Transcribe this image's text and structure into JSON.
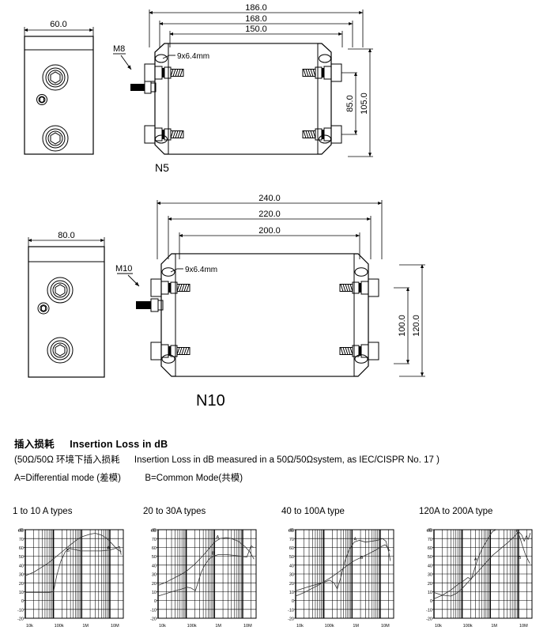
{
  "document": {
    "kind": "emi-filter-datasheet-dimensions-and-insertion-loss"
  },
  "drawings": [
    {
      "id": "n5",
      "label": "N5",
      "side_view": {
        "width_dim": "60.0"
      },
      "top_view": {
        "dims_horizontal": [
          "186.0",
          "168.0",
          "150.0"
        ],
        "dims_vertical": [
          "85.0",
          "105.0"
        ],
        "stud_callout": "M8",
        "hole_callout": "9x6.4mm"
      }
    },
    {
      "id": "n10",
      "label": "N10",
      "side_view": {
        "width_dim": "80.0"
      },
      "top_view": {
        "dims_horizontal": [
          "240.0",
          "220.0",
          "200.0"
        ],
        "dims_vertical": [
          "100.0",
          "120.0"
        ],
        "stud_callout": "M10",
        "hole_callout": "9x6.4mm"
      }
    }
  ],
  "insertion_loss": {
    "heading_cn": "插入损耗",
    "heading_en": "Insertion Loss in dB",
    "note_cn": "(50Ω/50Ω 环境下插入损耗",
    "note_en": "Insertion Loss in dB measured in a 50Ω/50Ωsystem, as IEC/CISPR No. 17 )",
    "modes_a": "A=Differential mode (差模)",
    "modes_b": "B=Common Mode(共模)"
  },
  "chart_data": [
    {
      "type": "line",
      "title": "1 to 10 A types",
      "xlabel": "",
      "ylabel": "dB",
      "x_scale": "log",
      "xlim": [
        10000,
        30000000
      ],
      "ylim": [
        -20,
        80
      ],
      "xticks": [
        "10k",
        "100k",
        "1M",
        "10M"
      ],
      "xtick_values": [
        10000,
        100000,
        1000000,
        10000000
      ],
      "yticks": [
        "dB",
        "70",
        "60",
        "50",
        "40",
        "30",
        "20",
        "10",
        "0",
        "-10",
        "-20"
      ],
      "ytick_values": [
        80,
        70,
        60,
        50,
        40,
        30,
        20,
        10,
        0,
        -10,
        -20
      ],
      "grid": true,
      "legend": "inline-labels",
      "series": [
        {
          "name": "A",
          "label": "A",
          "label_at": [
            9000000,
            58
          ],
          "points": [
            [
              10000,
              28
            ],
            [
              20000,
              32
            ],
            [
              40000,
              38
            ],
            [
              70000,
              43
            ],
            [
              100000,
              47
            ],
            [
              200000,
              55
            ],
            [
              400000,
              63
            ],
            [
              700000,
              69
            ],
            [
              1000000,
              72
            ],
            [
              2000000,
              75
            ],
            [
              3000000,
              76
            ],
            [
              5000000,
              74
            ],
            [
              8000000,
              70
            ],
            [
              12000000,
              64
            ],
            [
              18000000,
              58
            ],
            [
              25000000,
              55
            ]
          ]
        },
        {
          "name": "B",
          "label": "B",
          "label_at": [
            330000,
            55
          ],
          "points": [
            [
              10000,
              9
            ],
            [
              30000,
              9
            ],
            [
              70000,
              9
            ],
            [
              100000,
              10
            ],
            [
              130000,
              28
            ],
            [
              180000,
              44
            ],
            [
              260000,
              55
            ],
            [
              350000,
              59
            ],
            [
              500000,
              58
            ],
            [
              900000,
              56
            ],
            [
              2000000,
              56
            ],
            [
              5000000,
              56
            ],
            [
              10000000,
              57
            ],
            [
              16000000,
              59
            ],
            [
              22000000,
              61
            ],
            [
              25000000,
              52
            ]
          ]
        }
      ]
    },
    {
      "type": "line",
      "title": "20 to 30A types",
      "xlabel": "",
      "ylabel": "dB",
      "x_scale": "log",
      "xlim": [
        10000,
        30000000
      ],
      "ylim": [
        -20,
        80
      ],
      "xticks": [
        "10k",
        "100k",
        "1M",
        "10M"
      ],
      "xtick_values": [
        10000,
        100000,
        1000000,
        10000000
      ],
      "yticks": [
        "dB",
        "70",
        "60",
        "50",
        "40",
        "30",
        "20",
        "10",
        "0",
        "-10",
        "-20"
      ],
      "ytick_values": [
        80,
        70,
        60,
        50,
        40,
        30,
        20,
        10,
        0,
        -10,
        -20
      ],
      "grid": true,
      "legend": "inline-labels",
      "series": [
        {
          "name": "A",
          "label": "A",
          "label_at": [
            1300000,
            70
          ],
          "points": [
            [
              10000,
              17
            ],
            [
              20000,
              21
            ],
            [
              40000,
              26
            ],
            [
              70000,
              30
            ],
            [
              100000,
              33
            ],
            [
              200000,
              41
            ],
            [
              400000,
              51
            ],
            [
              700000,
              60
            ],
            [
              1000000,
              66
            ],
            [
              1600000,
              70
            ],
            [
              2600000,
              71
            ],
            [
              4000000,
              70
            ],
            [
              7000000,
              67
            ],
            [
              12000000,
              61
            ],
            [
              18000000,
              55
            ],
            [
              25000000,
              47
            ]
          ]
        },
        {
          "name": "B",
          "label": "B",
          "label_at": [
            900000,
            52
          ],
          "points": [
            [
              10000,
              5
            ],
            [
              20000,
              8
            ],
            [
              40000,
              11
            ],
            [
              70000,
              13
            ],
            [
              110000,
              15
            ],
            [
              150000,
              14
            ],
            [
              210000,
              11
            ],
            [
              260000,
              20
            ],
            [
              330000,
              31
            ],
            [
              450000,
              40
            ],
            [
              650000,
              47
            ],
            [
              900000,
              50
            ],
            [
              1400000,
              52
            ],
            [
              2600000,
              52
            ],
            [
              5000000,
              51
            ],
            [
              9000000,
              50
            ],
            [
              14000000,
              49
            ],
            [
              20000000,
              62
            ],
            [
              24000000,
              60
            ]
          ]
        }
      ]
    },
    {
      "type": "line",
      "title": "40 to 100A type",
      "xlabel": "",
      "ylabel": "dB",
      "x_scale": "log",
      "xlim": [
        10000,
        30000000
      ],
      "ylim": [
        -20,
        80
      ],
      "xticks": [
        "10k",
        "100k",
        "1M",
        "10M"
      ],
      "xtick_values": [
        10000,
        100000,
        1000000,
        10000000
      ],
      "yticks": [
        "dB",
        "70",
        "60",
        "50",
        "40",
        "30",
        "20",
        "10",
        "0",
        "-10",
        "-20"
      ],
      "ytick_values": [
        80,
        70,
        60,
        50,
        40,
        30,
        20,
        10,
        0,
        -10,
        -20
      ],
      "grid": true,
      "legend": "inline-labels",
      "series": [
        {
          "name": "A",
          "label": "A",
          "label_at": [
            1300000,
            68
          ],
          "points": [
            [
              10000,
              11
            ],
            [
              20000,
              14
            ],
            [
              40000,
              17
            ],
            [
              70000,
              19
            ],
            [
              110000,
              21
            ],
            [
              160000,
              23
            ],
            [
              230000,
              20
            ],
            [
              300000,
              13
            ],
            [
              400000,
              26
            ],
            [
              550000,
              44
            ],
            [
              800000,
              58
            ],
            [
              1200000,
              66
            ],
            [
              1800000,
              68
            ],
            [
              3000000,
              66
            ],
            [
              5000000,
              67
            ],
            [
              8000000,
              68
            ],
            [
              12000000,
              70
            ],
            [
              16000000,
              67
            ],
            [
              20000000,
              55
            ],
            [
              23000000,
              45
            ]
          ]
        },
        {
          "name": "B",
          "label": "B",
          "label_at": [
            2200000,
            47
          ],
          "points": [
            [
              10000,
              5
            ],
            [
              20000,
              9
            ],
            [
              40000,
              14
            ],
            [
              70000,
              18
            ],
            [
              110000,
              22
            ],
            [
              200000,
              27
            ],
            [
              400000,
              34
            ],
            [
              700000,
              40
            ],
            [
              1200000,
              45
            ],
            [
              2200000,
              49
            ],
            [
              4000000,
              53
            ],
            [
              7000000,
              57
            ],
            [
              11000000,
              61
            ],
            [
              15000000,
              63
            ],
            [
              18000000,
              60
            ],
            [
              22000000,
              56
            ]
          ]
        }
      ]
    },
    {
      "type": "line",
      "title": "120A to 200A type",
      "xlabel": "",
      "ylabel": "dB",
      "x_scale": "log",
      "xlim": [
        10000,
        30000000
      ],
      "ylim": [
        -20,
        80
      ],
      "xticks": [
        "10k",
        "100k",
        "1M",
        "10M"
      ],
      "xtick_values": [
        10000,
        100000,
        1000000,
        10000000
      ],
      "yticks": [
        "dB",
        "70",
        "60",
        "50",
        "40",
        "30",
        "20",
        "10",
        "0",
        "-10",
        "-20"
      ],
      "ytick_values": [
        80,
        70,
        60,
        50,
        40,
        30,
        20,
        10,
        0,
        -10,
        -20
      ],
      "grid": true,
      "legend": "inline-labels",
      "series": [
        {
          "name": "A",
          "label": "A",
          "label_at": [
            300000,
            45
          ],
          "points": [
            [
              10000,
              2
            ],
            [
              20000,
              6
            ],
            [
              40000,
              12
            ],
            [
              70000,
              18
            ],
            [
              110000,
              22
            ],
            [
              160000,
              26
            ],
            [
              210000,
              24
            ],
            [
              260000,
              33
            ],
            [
              350000,
              46
            ],
            [
              500000,
              58
            ],
            [
              700000,
              66
            ],
            [
              900000,
              72
            ],
            [
              1200000,
              78
            ],
            [
              1600000,
              80
            ],
            [
              4000000,
              80
            ],
            [
              8000000,
              80
            ],
            [
              11000000,
              72
            ],
            [
              14000000,
              61
            ],
            [
              18000000,
              51
            ],
            [
              25000000,
              42
            ]
          ]
        },
        {
          "name": "B",
          "label": "B",
          "label_at": [
            11000000,
            47
          ],
          "points": [
            [
              10000,
              9
            ],
            [
              20000,
              6
            ],
            [
              40000,
              5
            ],
            [
              70000,
              9
            ],
            [
              110000,
              15
            ],
            [
              200000,
              24
            ],
            [
              400000,
              34
            ],
            [
              700000,
              43
            ],
            [
              1200000,
              51
            ],
            [
              2200000,
              58
            ],
            [
              4000000,
              65
            ],
            [
              7000000,
              72
            ],
            [
              10000000,
              78
            ],
            [
              13000000,
              74
            ],
            [
              16000000,
              67
            ],
            [
              19000000,
              73
            ],
            [
              22000000,
              69
            ],
            [
              26000000,
              76
            ]
          ]
        }
      ]
    }
  ]
}
